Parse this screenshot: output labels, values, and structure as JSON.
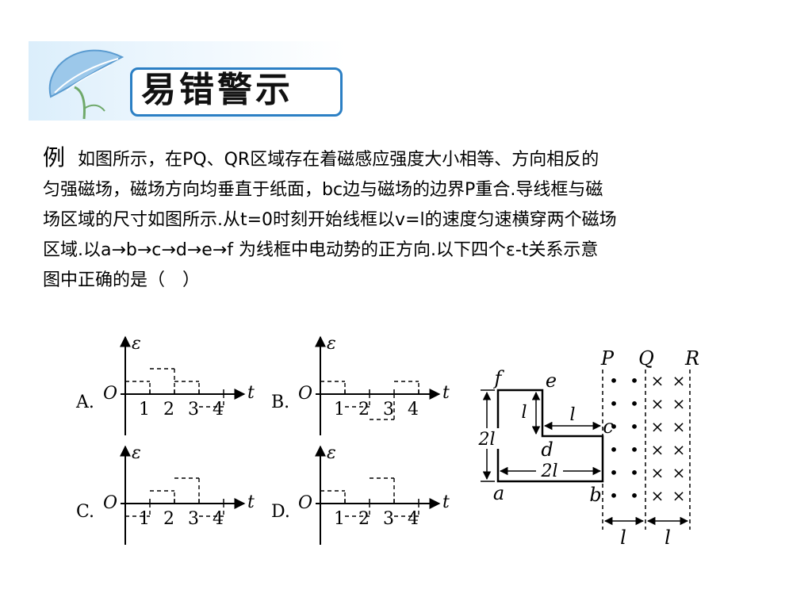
{
  "banner": {
    "title": "易错警示"
  },
  "problem": {
    "lead": "例",
    "lines": [
      "如图所示，在PQ、QR区域存在着磁感应强度大小相等、方向相反的",
      "匀强磁场，磁场方向均垂直于纸面，bc边与磁场的边界P重合.导线框与磁",
      "场区域的尺寸如图所示.从t=0时刻开始线框以v=l的速度匀速横穿两个磁场",
      "区域.以a→b→c→d→e→f 为线框中电动势的正方向.以下四个ε-t关系示意",
      "图中正确的是（　）"
    ]
  },
  "graphs": {
    "y_axis_label": "ε",
    "x_axis_label": "t",
    "origin_label": "O",
    "tick_labels": [
      "1",
      "2",
      "3",
      "4"
    ],
    "options": [
      {
        "label": "A.",
        "segments": [
          [
            0,
            1,
            1
          ],
          [
            1,
            2,
            2
          ],
          [
            2,
            3,
            1
          ],
          [
            3,
            4,
            -1
          ]
        ]
      },
      {
        "label": "B.",
        "segments": [
          [
            0,
            1,
            1
          ],
          [
            1,
            2,
            -1
          ],
          [
            2,
            3,
            -2
          ],
          [
            3,
            4,
            1
          ]
        ]
      },
      {
        "label": "C.",
        "segments": [
          [
            0,
            1,
            -1
          ],
          [
            1,
            2,
            1
          ],
          [
            2,
            3,
            2
          ],
          [
            3,
            4,
            -1
          ]
        ]
      },
      {
        "label": "D.",
        "segments": [
          [
            0,
            1,
            1
          ],
          [
            1,
            2,
            -1
          ],
          [
            2,
            3,
            2
          ],
          [
            3,
            4,
            -1
          ]
        ]
      }
    ]
  },
  "diagram": {
    "vertex_labels": {
      "a": "a",
      "b": "b",
      "c": "c",
      "d": "d",
      "e": "e",
      "f": "f"
    },
    "boundary_labels": [
      "P",
      "Q",
      "R"
    ],
    "dim_labels": {
      "height_total": "2l",
      "height_step": "l",
      "width_step": "l",
      "width_bottom": "2l",
      "region_pq": "l",
      "region_qr": "l"
    },
    "field_out_symbol": "•",
    "field_in_symbol": "×"
  }
}
